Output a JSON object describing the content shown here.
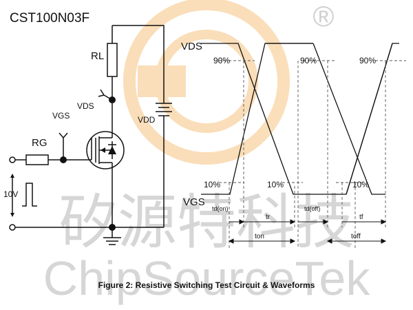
{
  "part_number": "CST100N03F",
  "caption": "Figure 2: Resistive Switching Test Circuit & Waveforms",
  "registered_mark": "®",
  "watermark": {
    "chinese": "矽源特科技",
    "latin": "ChipSourceTek"
  },
  "circuit": {
    "rl": "RL",
    "vds": "VDS",
    "vgs": "VGS",
    "rg": "RG",
    "vdd": "VDD",
    "source_voltage": "10V"
  },
  "waveform": {
    "vds": "VDS",
    "vgs": "VGS",
    "pct90_a": "90%",
    "pct90_b": "90%",
    "pct90_c": "90%",
    "pct10_a": "10%",
    "pct10_b": "10%",
    "pct10_c": "10%",
    "td_on": "td(on)",
    "tr": "tr",
    "td_off": "td(off)",
    "tf": "tf",
    "ton": "ton",
    "toff": "toff"
  },
  "colors": {
    "ink": "#111111",
    "guide": "#555555",
    "watermark_gray": "#cfcfcf",
    "watermark_orange": "#f2a23a"
  }
}
